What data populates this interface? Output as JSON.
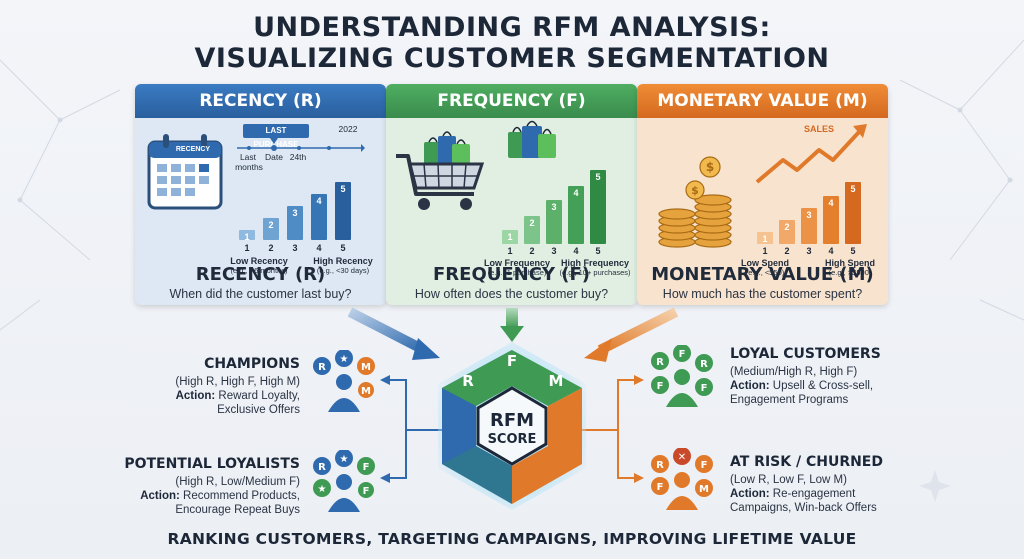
{
  "title": {
    "line1": "UNDERSTANDING RFM ANALYSIS:",
    "line2": "VISUALIZING CUSTOMER SEGMENTATION"
  },
  "panels": [
    {
      "header": "RECENCY (R)",
      "subtitle": "RECENCY (R)",
      "question": "When did the customer last buy?",
      "timeline": {
        "tag": "LAST PURCHASE",
        "year": "2022",
        "t1": "Last",
        "t1b": "months",
        "t2": "Date",
        "t3": "24th"
      },
      "calendar_label": "RECENCY",
      "low_label": "Low Recency",
      "low_example": "(e.g., >6 months)",
      "high_label": "High Recency",
      "high_example": "(e.g., <30 days)",
      "scores": [
        "1",
        "2",
        "3",
        "4",
        "5"
      ],
      "color": "#2f6aae"
    },
    {
      "header": "FREQUENCY (F)",
      "subtitle": "FREQUENCY (F)",
      "question": "How often does the customer buy?",
      "low_label": "Low Frequency",
      "low_example": "(e.g., 1 purchase)",
      "high_label": "High Frequency",
      "high_example": "(e.g., 10+ purchases)",
      "scores": [
        "1",
        "2",
        "3",
        "4",
        "5"
      ],
      "color": "#3f9a53"
    },
    {
      "header": "MONETARY VALUE (M)",
      "subtitle": "MONETARY VALUE (M)",
      "question": "How much has the customer spent?",
      "sales_label": "SALES",
      "low_label": "Low Spend",
      "low_example": "(e.g., <$50)",
      "high_label": "High Spend",
      "high_example": "(e.g., >$500)",
      "scores": [
        "1",
        "2",
        "3",
        "4",
        "5"
      ],
      "color": "#e07a2a"
    }
  ],
  "hexagon": {
    "r": "R",
    "f": "F",
    "m": "M",
    "center_line1": "RFM",
    "center_line2": "SCORE"
  },
  "segments": {
    "champions": {
      "title": "CHAMPIONS",
      "criteria": "(High R, High F, High M)",
      "action_label": "Action:",
      "action_text": " Reward Loyalty,",
      "action_line2": "Exclusive Offers"
    },
    "potential": {
      "title": "POTENTIAL LOYALISTS",
      "criteria": "(High R, Low/Medium F)",
      "action_label": "Action:",
      "action_text": " Recommend Products,",
      "action_line2": "Encourage Repeat Buys"
    },
    "loyal": {
      "title": "LOYAL CUSTOMERS",
      "criteria": "(Medium/High R, High F)",
      "action_label": "Action:",
      "action_text": " Upsell & Cross-sell,",
      "action_line2": "Engagement Programs"
    },
    "atrisk": {
      "title": "AT RISK / CHURNED",
      "criteria": "(Low R, Low F, Low M)",
      "action_label": "Action:",
      "action_text": " Re-engagement",
      "action_line2": "Campaigns, Win-back Offers"
    }
  },
  "footer": "RANKING CUSTOMERS, TARGETING CAMPAIGNS, IMPROVING LIFETIME VALUE",
  "colors": {
    "blue": "#2f6aae",
    "green": "#3f9a53",
    "orange": "#e07a2a",
    "navy": "#1c2738"
  }
}
